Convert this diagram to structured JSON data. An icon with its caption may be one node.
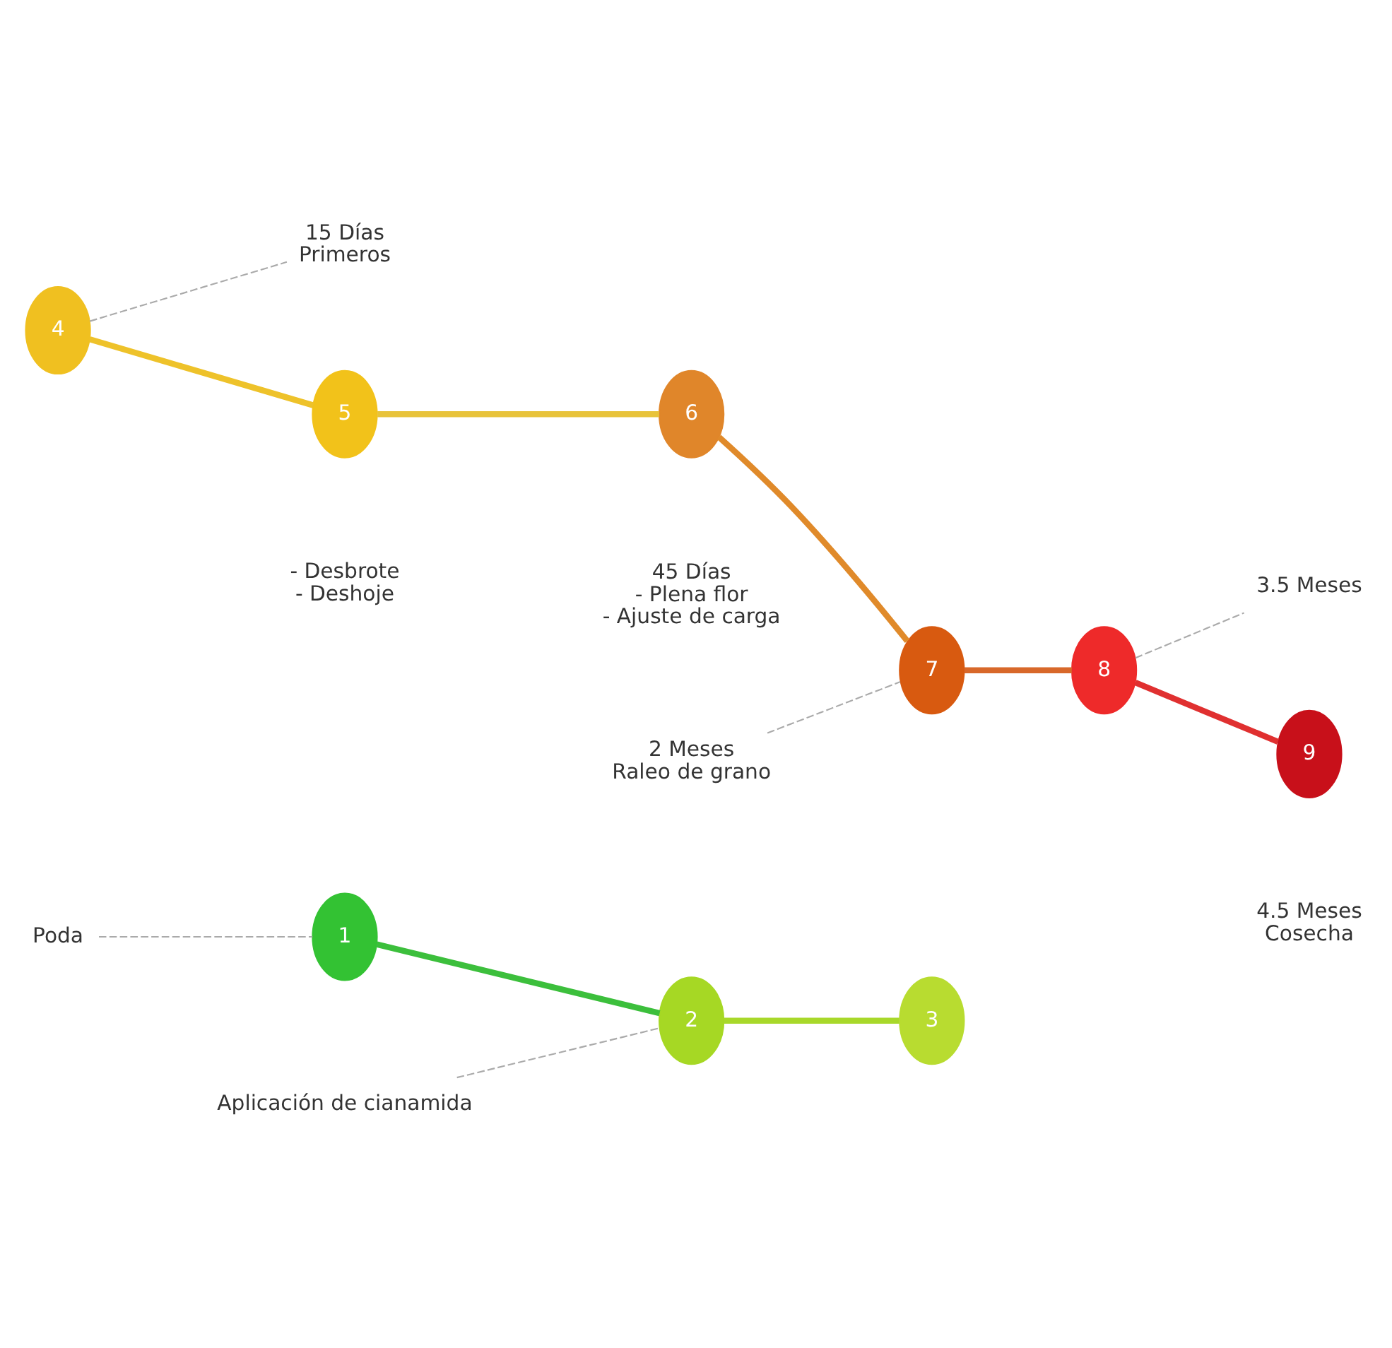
{
  "diagram": {
    "nodes": [
      {
        "text": [
          "Poda"
        ]
      },
      {
        "text": [
          "1"
        ]
      },
      {
        "text": [
          "2"
        ]
      },
      {
        "text": [
          "Aplicación de cianamida"
        ]
      },
      {
        "text": [
          "3"
        ]
      },
      {
        "text": [
          "4"
        ]
      },
      {
        "text": [
          "15 Días",
          "Primeros"
        ]
      },
      {
        "text": [
          "5"
        ],
        "beside": [
          "- Desbrote",
          "- Deshoje"
        ]
      },
      {
        "text": [
          "6"
        ],
        "beside": [
          "45 Días",
          "- Plena flor",
          "- Ajuste de carga"
        ]
      },
      {
        "text": [
          "2 Meses",
          "Raleo de grano"
        ]
      },
      {
        "text": [
          "7"
        ]
      },
      {
        "text": [
          "8"
        ]
      },
      {
        "text": [
          "3.5 Meses"
        ]
      },
      {
        "text": [
          "9"
        ],
        "beside": [
          "4.5 Meses",
          "Cosecha"
        ]
      }
    ],
    "edges": [
      {
        "from": 0,
        "to": 1,
        "arrow": "none",
        "style": "dashed",
        "color": "#aaaaaa"
      },
      {
        "from": 1,
        "to": 2,
        "arrow": "none",
        "color": "#3cbf3c"
      },
      {
        "from": 3,
        "to": 2,
        "arrow": "none",
        "style": "dashed",
        "color": "#aaaaaa"
      },
      {
        "from": 2,
        "to": 4,
        "arrow": "none",
        "color": "#a8d82a"
      },
      {
        "from": 5,
        "to": 7,
        "arrow": "none",
        "color": "#eec22a"
      },
      {
        "from": 5,
        "to": 6,
        "arrow": "none",
        "style": "dashed",
        "color": "#aaaaaa"
      },
      {
        "from": 7,
        "to": 8,
        "arrow": "none",
        "color": "#e8c33a"
      },
      {
        "from": 8,
        "to": 10,
        "arrow": "none",
        "color": "#e08a2a"
      },
      {
        "from": 9,
        "to": 10,
        "arrow": "none",
        "style": "dashed",
        "color": "#aaaaaa"
      },
      {
        "from": 10,
        "to": 11,
        "arrow": "none",
        "color": "#d8682a"
      },
      {
        "from": 11,
        "to": 13,
        "arrow": "none",
        "color": "#e03030"
      },
      {
        "from": 11,
        "to": 12,
        "arrow": "none",
        "style": "dashed",
        "color": "#aaaaaa"
      }
    ]
  }
}
